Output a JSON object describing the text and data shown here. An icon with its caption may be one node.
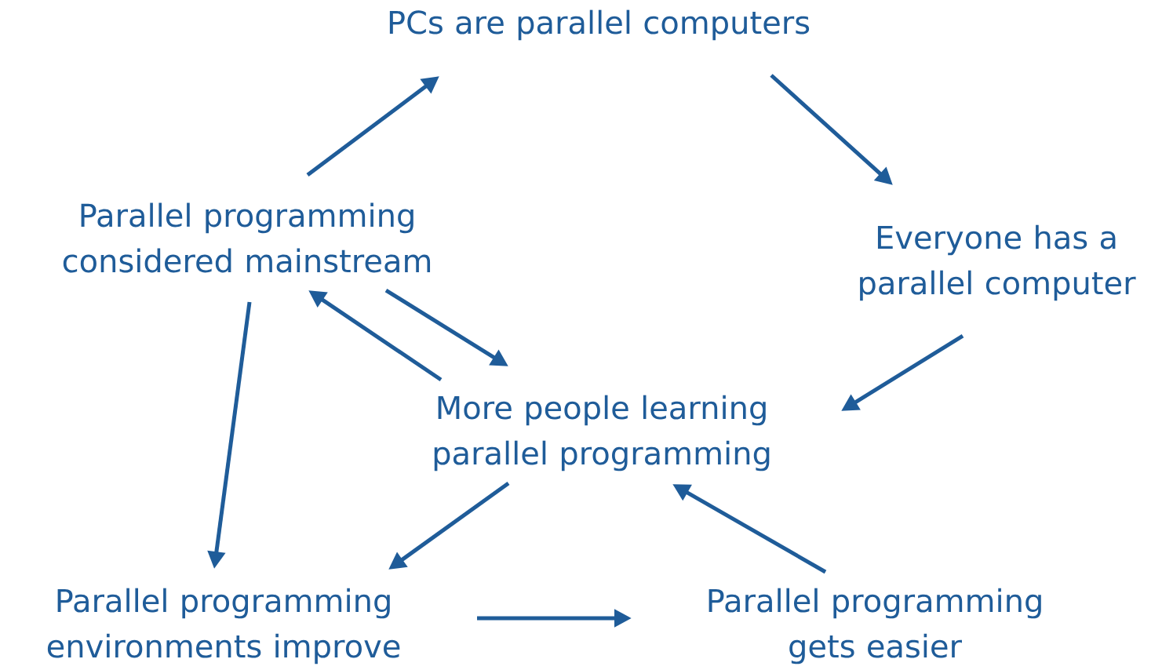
{
  "diagram": {
    "nodes": [
      {
        "text": [
          "PCs are parallel computers"
        ]
      },
      {
        "text": [
          "Parallel programming considered mainstream"
        ]
      },
      {
        "text": [
          "Everyone has a parallel computer"
        ]
      },
      {
        "text": [
          "More people learning parallel programming"
        ]
      },
      {
        "text": [
          "Parallel programming environments improve"
        ]
      },
      {
        "text": [
          "Parallel programming gets easier"
        ]
      }
    ],
    "edges": [
      {
        "from": 1,
        "to": 0,
        "arrow": "to"
      },
      {
        "from": 0,
        "to": 2,
        "arrow": "to"
      },
      {
        "from": 2,
        "to": 3,
        "arrow": "to"
      },
      {
        "from": 1,
        "to": 3,
        "arrow": "to"
      },
      {
        "from": 3,
        "to": 1,
        "arrow": "to"
      },
      {
        "from": 1,
        "to": 4,
        "arrow": "to"
      },
      {
        "from": 3,
        "to": 4,
        "arrow": "to"
      },
      {
        "from": 5,
        "to": 3,
        "arrow": "to"
      },
      {
        "from": 4,
        "to": 5,
        "arrow": "to"
      }
    ]
  }
}
